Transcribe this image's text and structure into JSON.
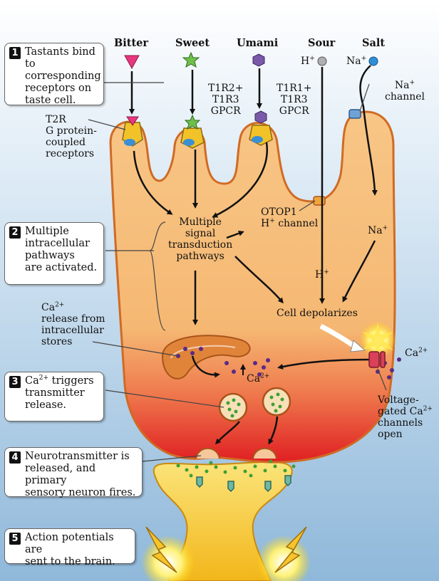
{
  "steps": [
    {
      "num": "1",
      "text": "Tastants bind to\ncorresponding\nreceptors on\ntaste cell."
    },
    {
      "num": "2",
      "text": "Multiple\nintracellular\npathways\nare activated."
    },
    {
      "num": "3",
      "pre": "Ca",
      "sup": "2+",
      "post": " triggers\ntransmitter\nrelease."
    },
    {
      "num": "4",
      "text": "Neurotransmitter is\nreleased, and primary\nsensory neuron fires."
    },
    {
      "num": "5",
      "text": "Action potentials are\nsent to the brain."
    }
  ],
  "tastants": [
    "Bitter",
    "Sweet",
    "Umami",
    "Sour",
    "Salt"
  ],
  "labels": {
    "t2r": "T2R\nG protein-\ncoupled\nreceptors",
    "t1r2": "T1R2+\nT1R3\nGPCR",
    "t1r1": "T1R1+\nT1R3\nGPCR",
    "h": "H",
    "na": "Na",
    "plus": "+",
    "na_channel": "channel",
    "otop1": "OTOP1",
    "otop1_channel": " channel",
    "multiple": "Multiple\nsignal\ntransduction\npathways",
    "ca_release": "release from\nintracellular\nstores",
    "ca": "Ca",
    "ca_sup": "2+",
    "depolarizes": "Cell depolarizes",
    "vg_1": "Voltage-",
    "vg_2": "gated Ca",
    "vg_3": "channels\nopen"
  },
  "colors": {
    "cell_fill": "#f6c07f",
    "cell_edge": "#d97a2a",
    "cell_bottom": "#e52d2d",
    "neuron": "#f7d23a",
    "background_top": "#ffffff",
    "background_bottom": "#9ec3e0",
    "vesicle_dots": "#4fae3a",
    "ca_ions": "#5b2a86",
    "bitter_marker": "#e8377f",
    "sweet_marker": "#6fc04a",
    "umami_marker": "#7a5aa8",
    "sour_marker": "#9a9a9a",
    "salt_marker": "#2d8fd8"
  }
}
